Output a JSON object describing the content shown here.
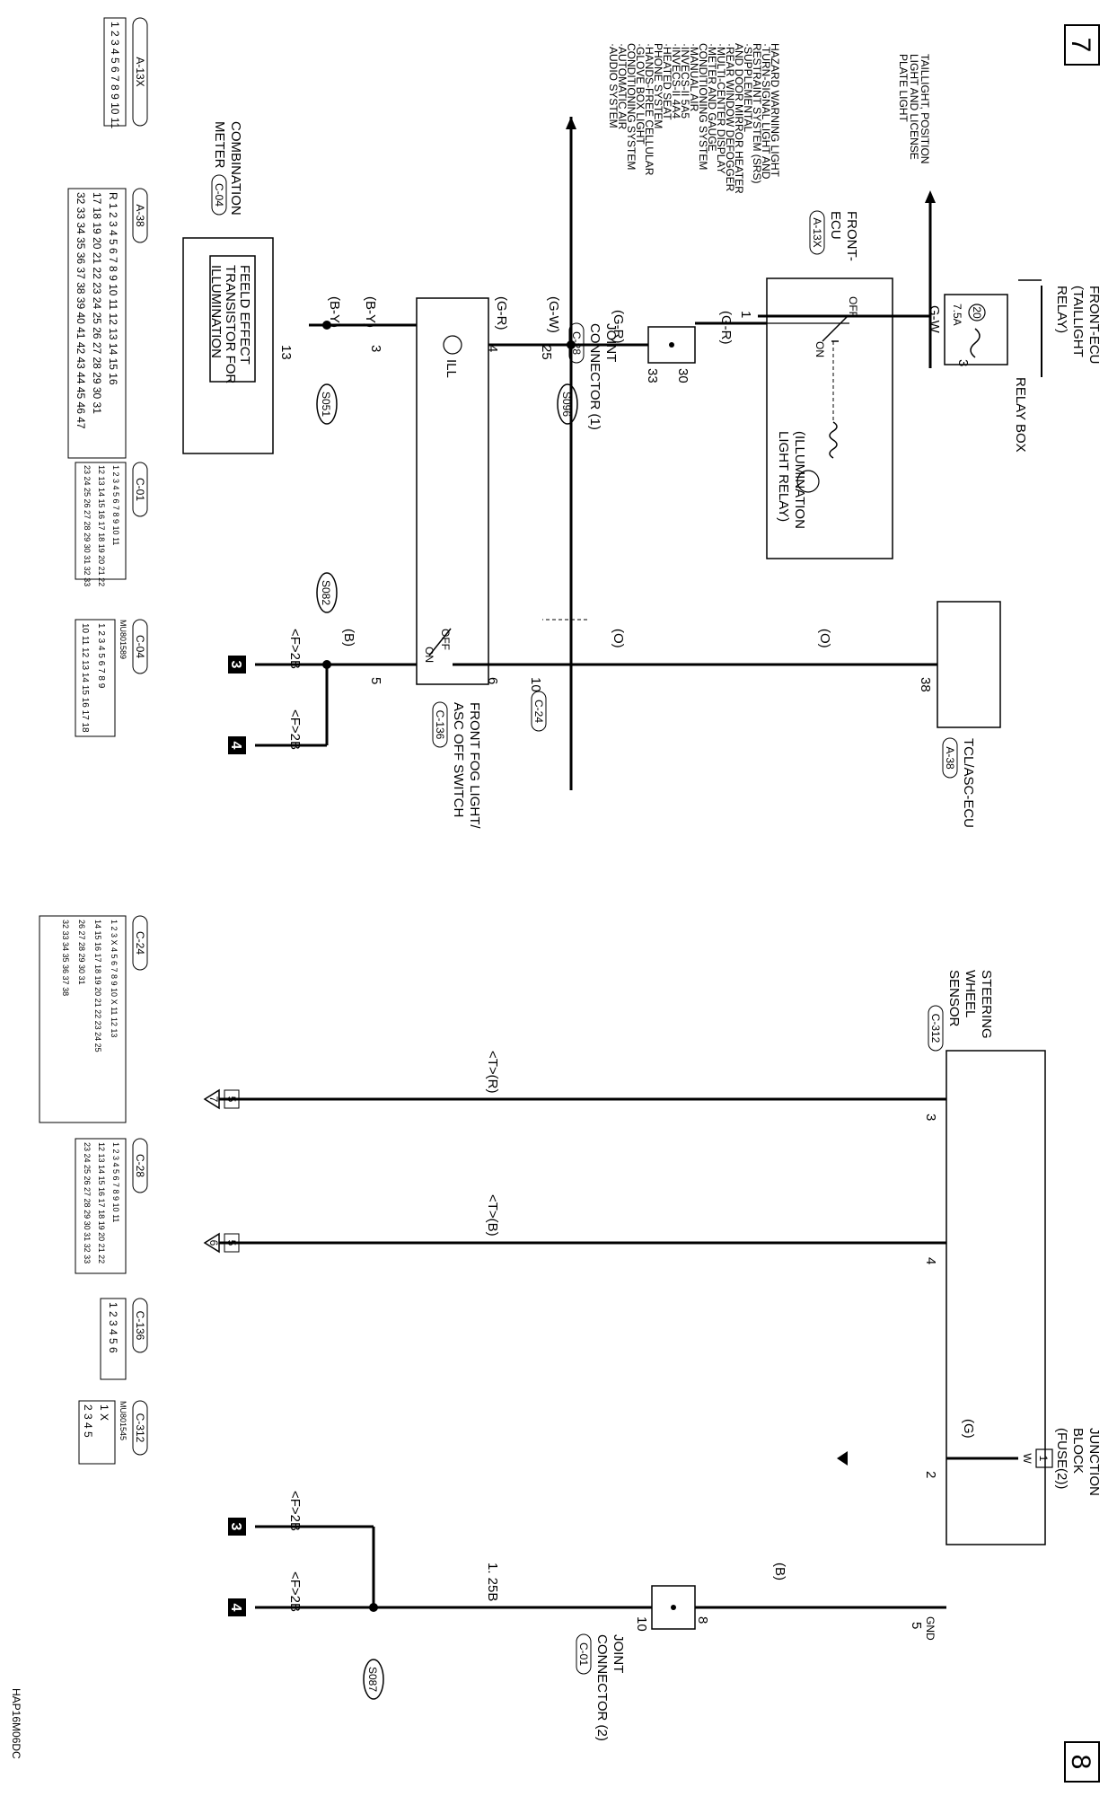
{
  "page": {
    "page_top": "7",
    "page_bottom": "8",
    "drawing_code": "HAP16M06DC"
  },
  "components": {
    "relay_box": "RELAY BOX",
    "taillight_relay_1": "FRONT-ECU",
    "taillight_relay_2": "(TAILLIGHT",
    "taillight_relay_3": " RELAY)",
    "fuse_no": "20",
    "fuse_rating": "7.5A",
    "front_ecu_1": "FRONT-",
    "front_ecu_2": "ECU",
    "front_ecu_conn": "A-13X",
    "illum_relay_1": "(ILLUMINATION",
    "illum_relay_2": " LIGHT RELAY)",
    "jc1_1": "JOINT",
    "jc1_2": "CONNECTOR (1)",
    "jc1_conn": "C-28",
    "combination_meter_1": "COMBINATION",
    "combination_meter_2": "METER",
    "combination_meter_conn": "C-04",
    "fet_1": "FEELD EFFECT",
    "fet_2": "TRANSISTOR FOR",
    "fet_3": "ILLUMINATION",
    "ill": "ILL",
    "fog_switch_1": "FRONT FOG LIGHT/",
    "fog_switch_2": "ASC OFF SWITCH",
    "fog_switch_conn": "C-136",
    "tcl_ecu": "TCL/ASC-ECU",
    "tcl_ecu_conn": "A-38",
    "c24_conn": "C-24",
    "taillight_feed_1": "TAILLIGHT, POSITION",
    "taillight_feed_2": "LIGHT AND LICENSE",
    "taillight_feed_3": "PLATE LIGHT",
    "steering_1": "STEERING",
    "steering_2": "WHEEL",
    "steering_3": "SENSOR",
    "steering_conn": "C-312",
    "junction_1": "JUNCTION",
    "junction_2": "BLOCK",
    "junction_3": "(FUSE(2))",
    "jc2_1": "JOINT",
    "jc2_2": "CONNECTOR (2)",
    "jc2_conn": "C-01"
  },
  "systems_list": [
    "·AUDIO SYSTEM",
    "·AUTOMATIC AIR",
    " CONDITIONING SYSTEM",
    "·GLOVE BOX LIGHT",
    "·HANDS-FREE CELLULAR",
    " PHONE SYSTEM",
    "·HEATED SEAT",
    "·INVECS-II 4A4",
    "·INVECS-II 5A5",
    "·MANUAL AIR",
    " CONDITIONING SYSTEM",
    "·METER AND GAUGE",
    "·MULTI-CENTER DISPLAY",
    "·REAR WINDOW DEFOGGER",
    " AND DOOR MIRROR HEATER",
    "·SUPPLEMENTAL",
    " RESTRAINT SYSTEM (SRS)",
    "·TURN-SIGNAL LIGHT AND",
    " HAZARD WARNING LIGHT"
  ],
  "wires": {
    "gw": "G-W",
    "gr_a": "(G-R)",
    "gr_b": "(G-R)",
    "gw_b": "(G-W)",
    "gr_c": "(G-R)",
    "by_a": "(B-Y)",
    "by_b": "(B-Y)",
    "o_a": "(O)",
    "o_b": "(O)",
    "b_a": "(B)",
    "f2b_1": "<F>2B",
    "f2b_2": "<F>2B",
    "tr": "<T>(R)",
    "tb": "<T>(B)",
    "g": "(G)",
    "b_b": "(B)",
    "b125": "1. 25B",
    "f2b_3": "<F>2B",
    "f2b_4": "<F>2B",
    "off_a": "OFF",
    "on_a": "ON",
    "off_b": "OFF",
    "on_b": "ON"
  },
  "pins": {
    "p3": "3",
    "p1": "1",
    "p30": "30",
    "p33": "33",
    "p25": "25",
    "p4": "4",
    "p3b": "3",
    "p13": "13",
    "p38": "38",
    "p10": "10",
    "p6": "6",
    "p5": "5",
    "sw3": "3",
    "sw4": "4",
    "sw2": "2",
    "swgnd": "GND",
    "sw5": "5",
    "jc8": "8",
    "jc10": "10"
  },
  "splices": {
    "s096": "S096",
    "s051": "S051",
    "s082": "S082",
    "s087": "S087"
  },
  "refs": {
    "r3a": "3",
    "r4a": "4",
    "r3b": "3",
    "r4b": "4",
    "r5a": "5",
    "r5b": "5",
    "r1": "1",
    "t7": "7",
    "t6": "6",
    "tw": "W"
  },
  "connectors": {
    "a13x": {
      "title": "A-13X",
      "rows": [
        "1 2 3 4 5 6 7 8 9 10 11"
      ]
    },
    "a38": {
      "title": "A-38",
      "rows": [
        "R  1  2 3 4 5 6 7 8 9 10 11 12 13 14 15  16",
        "  17 18 19 20 21 22 23 24 25 26 27 28 29 30 31",
        "32 33 34 35 36 37 38 39 40 41 42 43 44 45 46  47"
      ]
    },
    "c01": {
      "title": "C-01",
      "rows": [
        "1 2 3 4 5 6 7 8 9 10 11",
        "12 13 14 15 16 17 18 19 20 21 22",
        "23 24 25 26 27 28 29 30 31 32 33"
      ]
    },
    "c04": {
      "title": "C-04",
      "code": "MU801589",
      "rows": [
        "1 2 3 4 5 6 7 8 9",
        "10 11 12 13 14 15 16 17 18"
      ]
    },
    "c24": {
      "title": "C-24",
      "rows": [
        "1 2 3 X 4 5 6 7 8 9 10 X 11 12 13",
        "14 15 16 17 18 19 20 21 22 23 24 25",
        "26 27 28 29  30 31",
        "32 33 34 35 36 37 38"
      ]
    },
    "c28": {
      "title": "C-28",
      "rows": [
        "1 2 3 4 5 6 7 8 9 10 11",
        "12 13 14 15 16 17 18 19 20 21 22",
        "23 24 25 26 27 28 29 30 31 32 33"
      ]
    },
    "c136": {
      "title": "C-136",
      "rows": [
        "1 2 3 4 5 6"
      ]
    },
    "c312": {
      "title": "C-312",
      "code": "MU801545",
      "rows": [
        "1 X",
        "2 3 4 5"
      ]
    }
  }
}
